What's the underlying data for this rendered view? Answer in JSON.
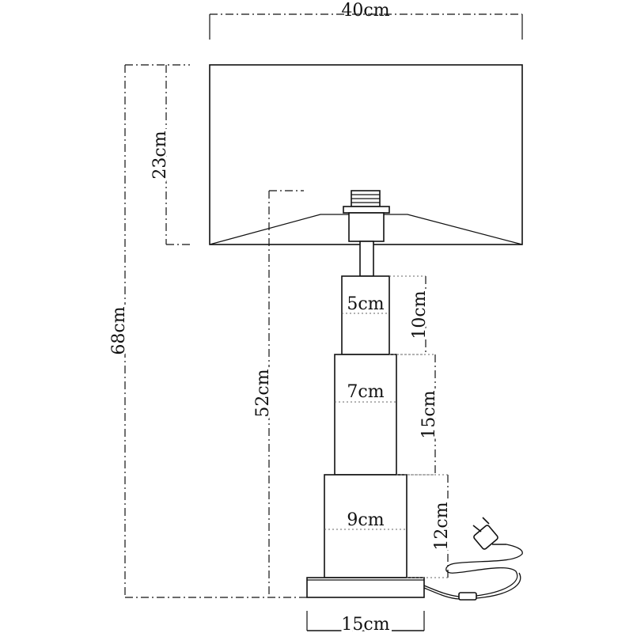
{
  "dimensions": {
    "shade_width": "40cm",
    "shade_height": "23cm",
    "total_height": "68cm",
    "base_height": "52cm",
    "top_section_width": "5cm",
    "top_section_height": "10cm",
    "middle_section_width": "7cm",
    "middle_section_height": "15cm",
    "bottom_section_width": "9cm",
    "bottom_section_height": "12cm",
    "plinth_width": "15cm"
  }
}
